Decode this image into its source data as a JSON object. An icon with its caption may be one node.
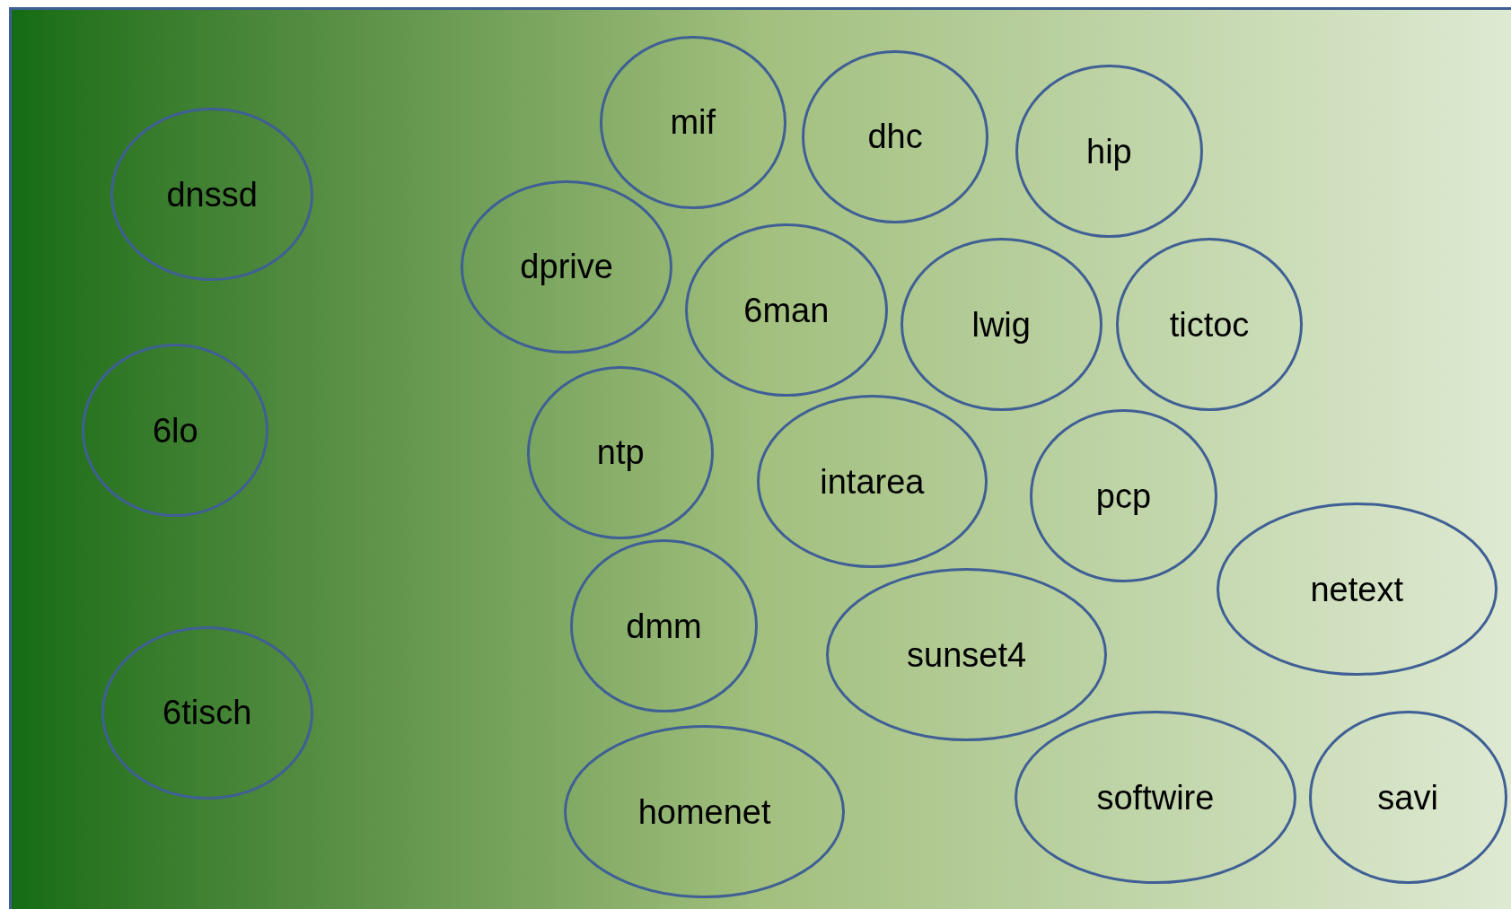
{
  "diagram": {
    "nodes": [
      {
        "text": [
          "dnssd"
        ]
      },
      {
        "text": [
          "mif"
        ]
      },
      {
        "text": [
          "dhc"
        ]
      },
      {
        "text": [
          "hip"
        ]
      },
      {
        "text": [
          "dprive"
        ]
      },
      {
        "text": [
          "6man"
        ]
      },
      {
        "text": [
          "lwig"
        ]
      },
      {
        "text": [
          "tictoc"
        ]
      },
      {
        "text": [
          "6lo"
        ]
      },
      {
        "text": [
          "ntp"
        ]
      },
      {
        "text": [
          "intarea"
        ]
      },
      {
        "text": [
          "pcp"
        ]
      },
      {
        "text": [
          "netext"
        ]
      },
      {
        "text": [
          "dmm"
        ]
      },
      {
        "text": [
          "sunset4"
        ]
      },
      {
        "text": [
          "6tisch"
        ]
      },
      {
        "text": [
          "homenet"
        ]
      },
      {
        "text": [
          "softwire"
        ]
      },
      {
        "text": [
          "savi"
        ]
      }
    ]
  }
}
